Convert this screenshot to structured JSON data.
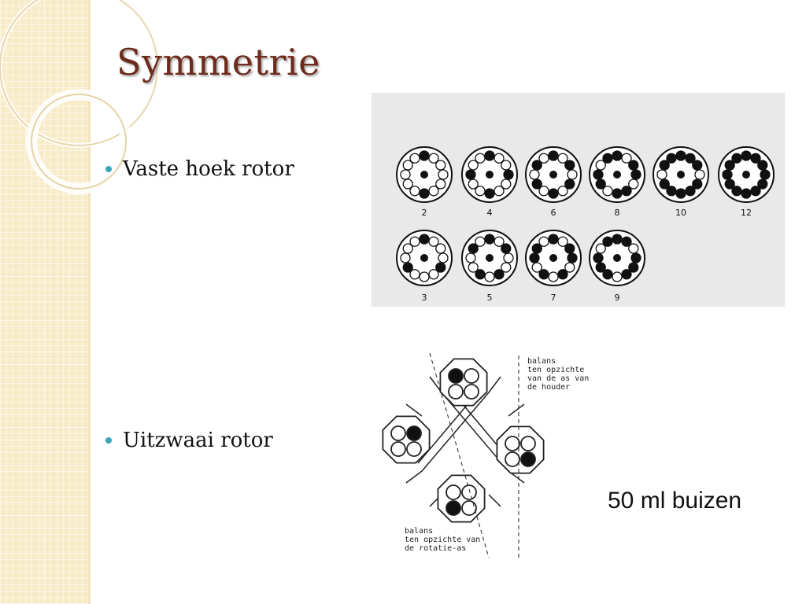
{
  "title": "Symmetrie",
  "bullets": [
    "Vaste hoek rotor",
    "Uitzwaai rotor"
  ],
  "fixed_angle_rotor": {
    "row1_labels": [
      "2",
      "4",
      "6",
      "8",
      "10",
      "12"
    ],
    "row2_labels": [
      "3",
      "5",
      "7",
      "9"
    ]
  },
  "swing_rotor": {
    "note_holder": [
      "balans",
      "ten opzichte",
      "van de as van",
      "de houder"
    ],
    "note_rotation": [
      "balans",
      "ten opzichte van",
      "de rotatie-as"
    ]
  },
  "caption": "50 ml buizen",
  "colors": {
    "title": "#6e2b1b",
    "bullet": "#3aa6b9",
    "band": "#f7ebc8"
  }
}
